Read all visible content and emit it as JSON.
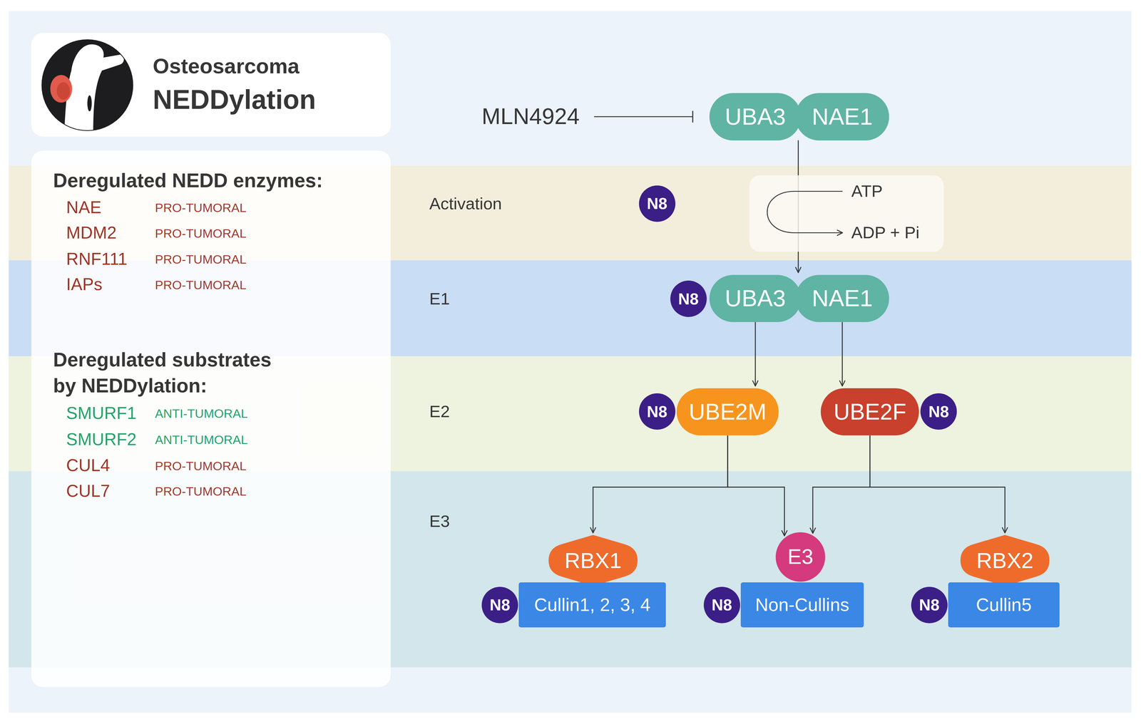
{
  "diagram": {
    "nodes": [
      {
        "text": [
          "Osteosarcoma",
          "NEDDylation"
        ]
      },
      {
        "text": [
          "Deregulated NEDD enzymes:",
          "NAE",
          "PRO-TUMORAL",
          "MDM2",
          "PRO-TUMORAL",
          "RNF111",
          "PRO-TUMORAL",
          "IAPs",
          "PRO-TUMORAL",
          "Deregulated substrates by NEDDylation:",
          "SMURF1",
          "ANTI-TUMORAL",
          "SMURF2",
          "ANTI-TUMORAL",
          "CUL4",
          "PRO-TUMORAL",
          "CUL7",
          "PRO-TUMORAL"
        ]
      },
      {
        "text": [
          "UBA3"
        ]
      },
      {
        "text": [
          "NAE1"
        ]
      },
      {
        "text": [
          "Activation"
        ]
      },
      {
        "text": [
          "N8"
        ],
        "in": 4
      },
      {
        "text": [
          "ATP",
          "ADP + Pi"
        ],
        "in": 4
      },
      {
        "text": [
          "E1"
        ]
      },
      {
        "text": [
          "N8"
        ],
        "in": 7
      },
      {
        "text": [
          "UBA3"
        ],
        "in": 7
      },
      {
        "text": [
          "NAE1"
        ],
        "in": 7
      },
      {
        "text": [
          "E2"
        ]
      },
      {
        "text": [
          "N8"
        ],
        "in": 11
      },
      {
        "text": [
          "UBE2M"
        ],
        "in": 11
      },
      {
        "text": [
          "UBE2F"
        ],
        "in": 11
      },
      {
        "text": [
          "N8"
        ],
        "in": 11
      },
      {
        "text": [
          "E3"
        ]
      },
      {
        "text": [
          "RBX1"
        ],
        "in": 16
      },
      {
        "text": [
          "N8"
        ],
        "in": 16
      },
      {
        "text": [
          "Cullin1, 2, 3, 4"
        ],
        "in": 16
      },
      {
        "text": [
          "E3"
        ],
        "in": 16
      },
      {
        "text": [
          "N8"
        ],
        "in": 16
      },
      {
        "text": [
          "Non-Cullins"
        ],
        "in": 16
      },
      {
        "text": [
          "RBX2"
        ],
        "in": 16
      },
      {
        "text": [
          "N8"
        ],
        "in": 16
      },
      {
        "text": [
          "Cullin5"
        ],
        "in": 16
      }
    ],
    "edges": [
      {
        "from": 2,
        "to": 9,
        "arrow": "to"
      },
      {
        "from": 9,
        "to": 13,
        "arrow": "to"
      },
      {
        "from": 10,
        "to": 14,
        "arrow": "to"
      },
      {
        "from": 13,
        "to": 17,
        "arrow": "to"
      },
      {
        "from": 13,
        "to": 20,
        "arrow": "to"
      },
      {
        "from": 14,
        "to": 20,
        "arrow": "to"
      },
      {
        "from": 14,
        "to": 23,
        "arrow": "to"
      }
    ],
    "labels": [
      "MLN4924"
    ]
  }
}
